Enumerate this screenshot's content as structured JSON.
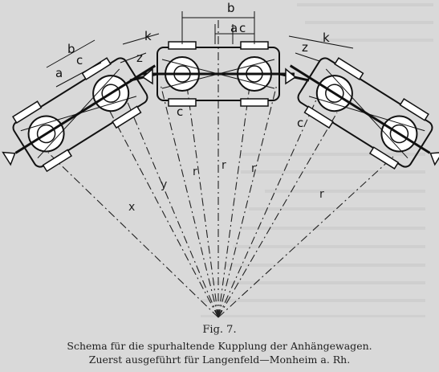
{
  "figure": {
    "number_label": "Fig. 7.",
    "caption_line1": "Schema für die spurhaltende Kupplung der Anhängewagen.",
    "caption_line2": "Zuerst ausgeführt für Langenfeld—Monheim a. Rh."
  },
  "labels": {
    "b_left": "b",
    "a_left": "a",
    "c_left": "c",
    "k_left": "k",
    "z_left": "z",
    "b_center": "b",
    "a_center": "a",
    "c_center": "c",
    "c_center_lower": "c",
    "k_right": "k",
    "z_right": "z",
    "c_right": "c",
    "r_radius": "r",
    "r_leftmid": "r",
    "r_rightmid": "r",
    "r_far_right": "r",
    "x_radius": "x",
    "y_radius": "y"
  }
}
